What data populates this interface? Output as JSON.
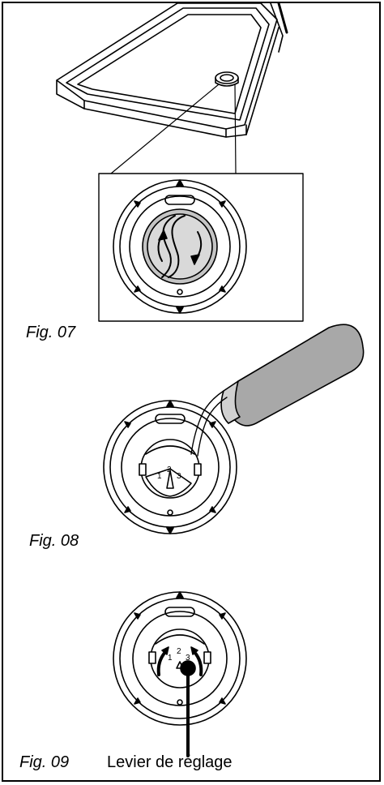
{
  "figures": [
    {
      "label": "Fig. 07"
    },
    {
      "label": "Fig. 08"
    },
    {
      "label": "Fig. 09"
    }
  ],
  "callout": {
    "label": "Levier de réglage"
  },
  "dial_digits": [
    "1",
    "2",
    "3"
  ]
}
